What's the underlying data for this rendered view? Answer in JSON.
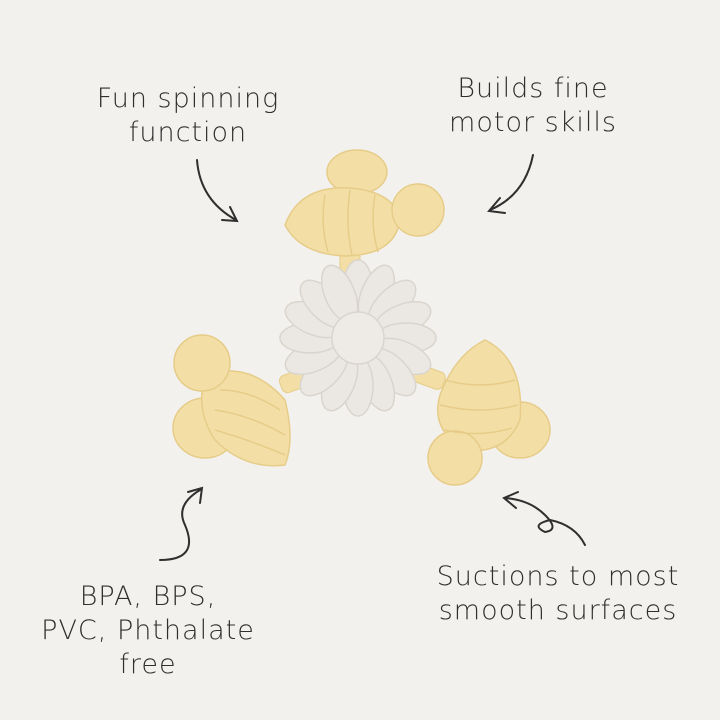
{
  "callouts": {
    "top_left": {
      "lines": [
        "Fun spinning",
        "function"
      ]
    },
    "top_right": {
      "lines": [
        "Builds fine",
        "motor skills"
      ]
    },
    "bottom_left": {
      "lines": [
        "BPA, BPS,",
        "PVC, Phthalate",
        "free"
      ]
    },
    "bottom_right": {
      "lines": [
        "Suctions to most",
        "smooth surfaces"
      ]
    }
  },
  "colors": {
    "background": "#f3f1ed",
    "bee": "#f3dfa6",
    "bee_shade": "#e6cc88",
    "flower": "#ebe8e3",
    "text": "#2f2f2f"
  }
}
